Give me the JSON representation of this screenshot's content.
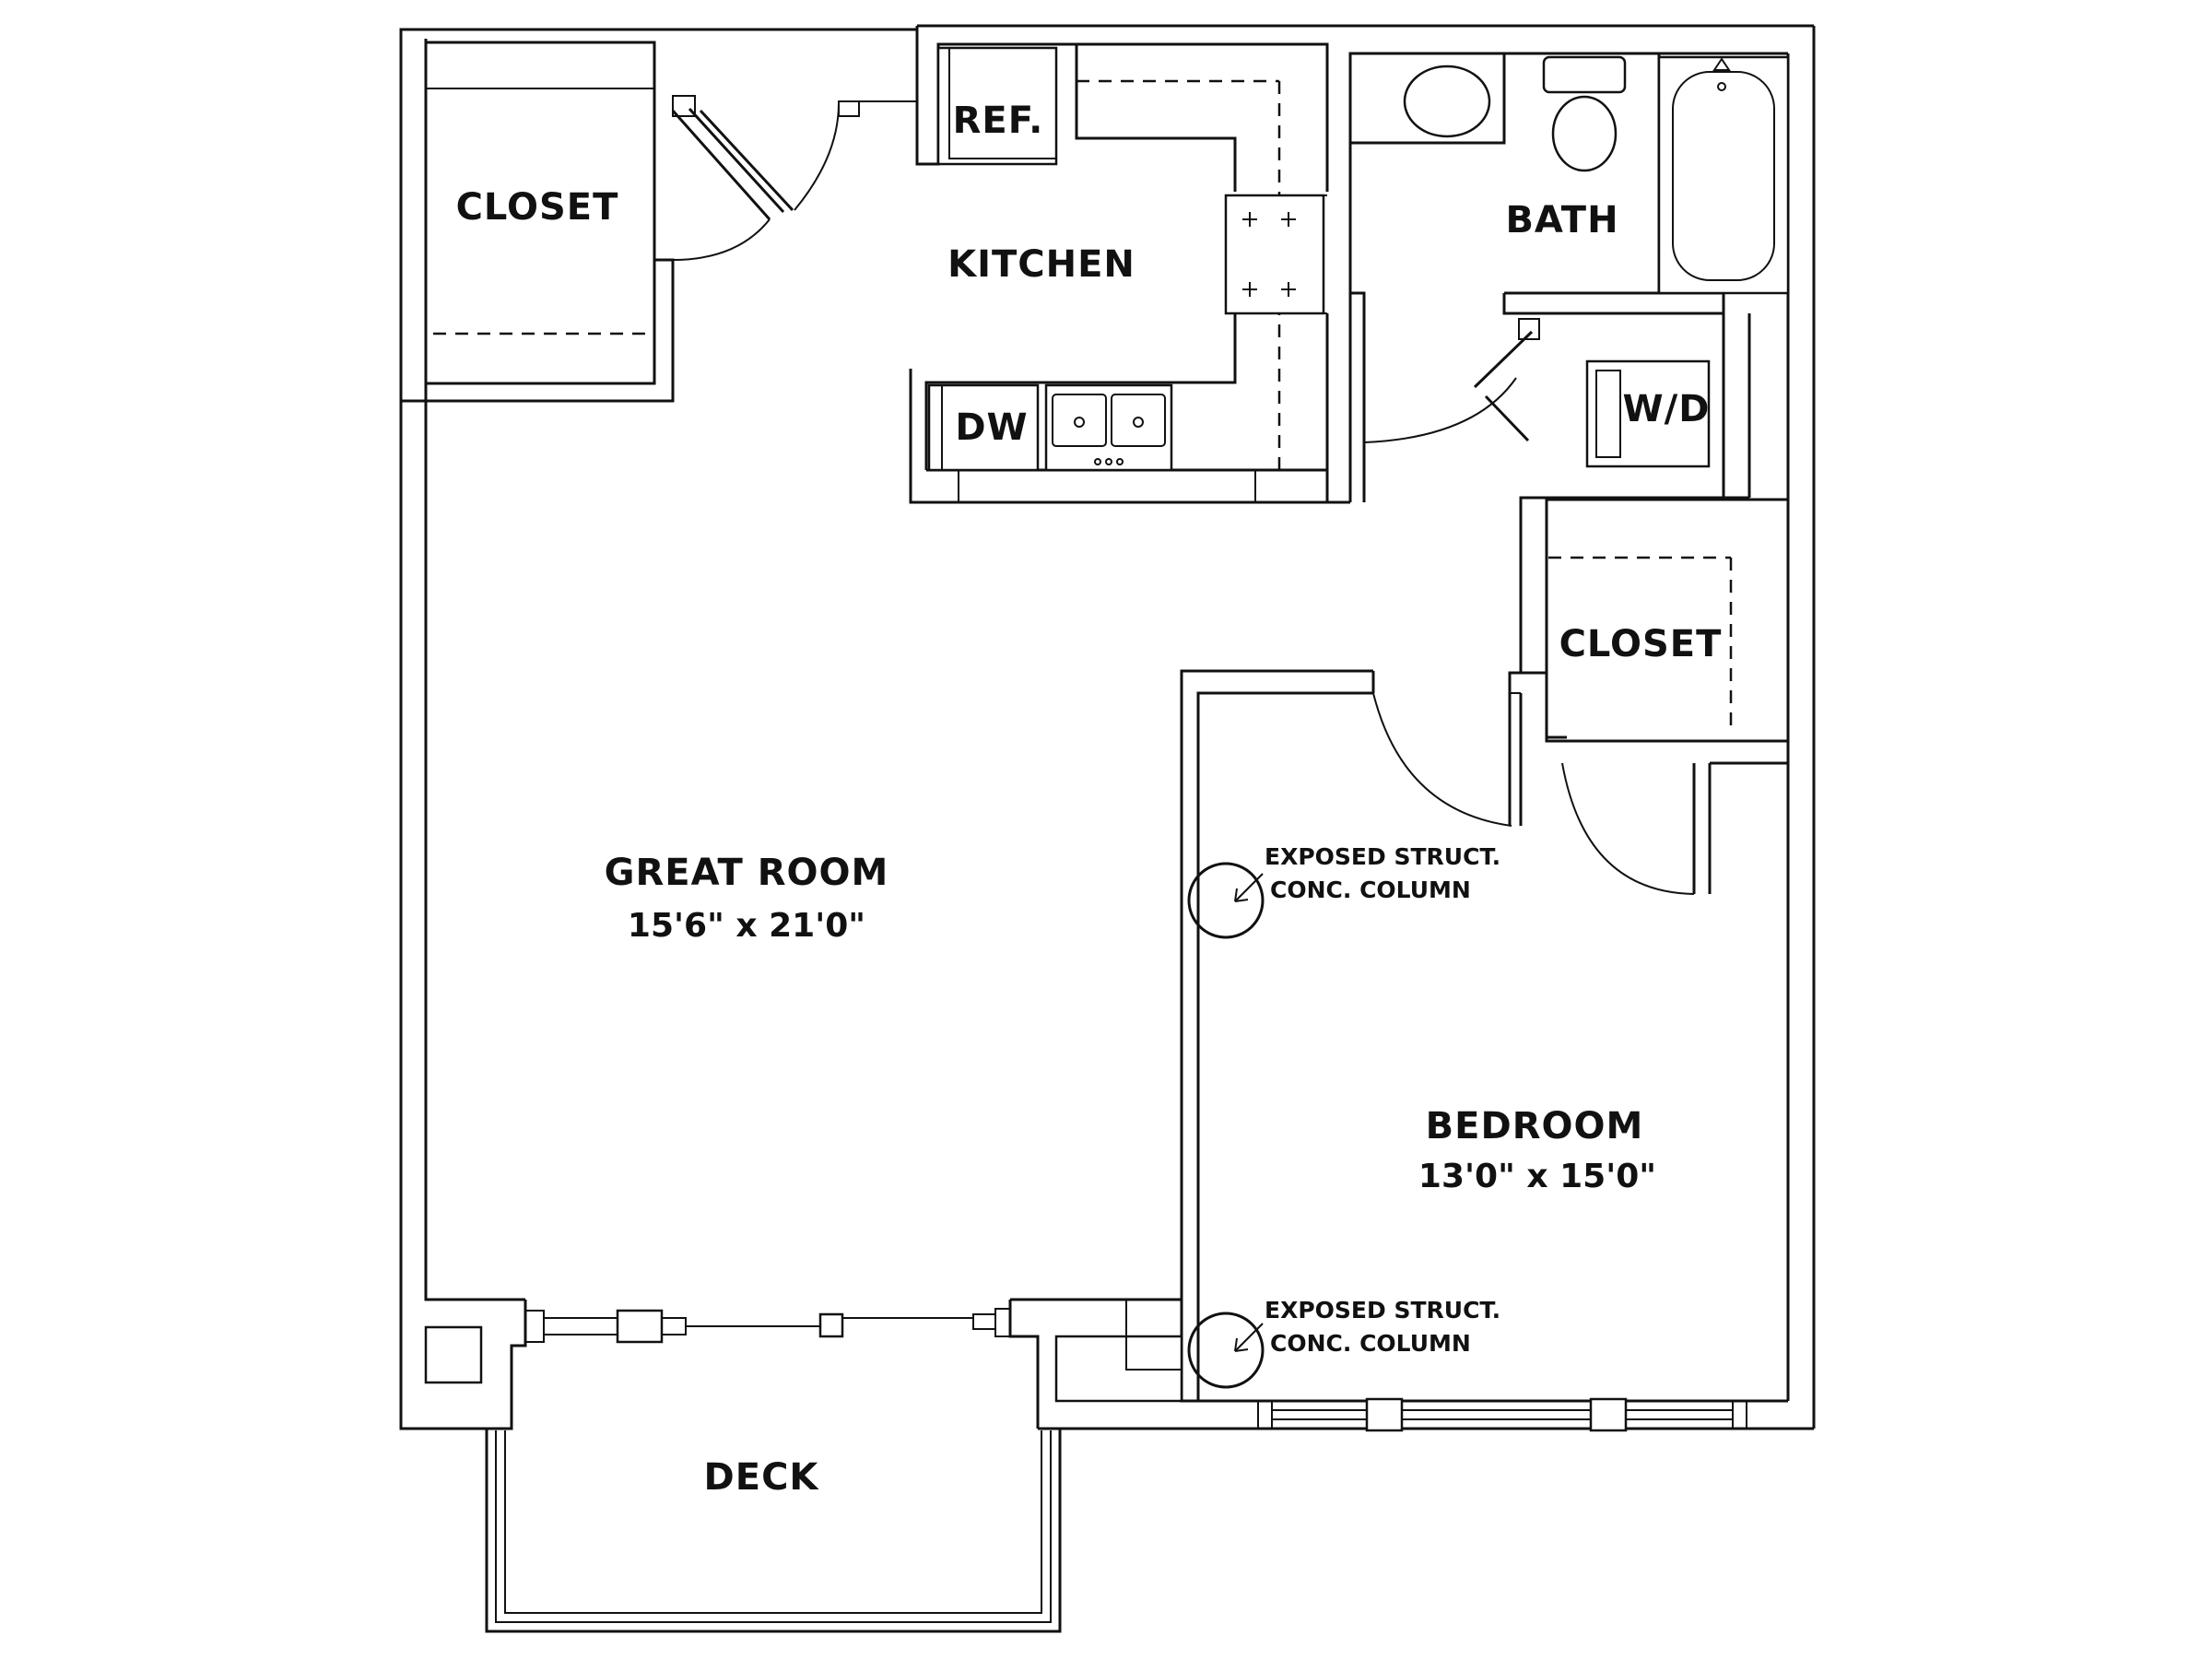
{
  "rooms": {
    "closet_entry": "CLOSET",
    "kitchen": "KITCHEN",
    "bath": "BATH",
    "closet_bedroom": "CLOSET",
    "great_room": {
      "name": "GREAT ROOM",
      "dimensions": "15'6\" x 21'0\""
    },
    "bedroom": {
      "name": "BEDROOM",
      "dimensions": "13'0\" x 15'0\""
    },
    "deck": "DECK"
  },
  "fixtures": {
    "refrigerator": "REF.",
    "dishwasher": "DW",
    "washer_dryer": "W/D"
  },
  "notes": {
    "column_1": {
      "line1": "EXPOSED STRUCT.",
      "line2": "CONC. COLUMN"
    },
    "column_2": {
      "line1": "EXPOSED STRUCT.",
      "line2": "CONC. COLUMN"
    }
  },
  "colors": {
    "line": "#111111",
    "background": "#ffffff"
  }
}
